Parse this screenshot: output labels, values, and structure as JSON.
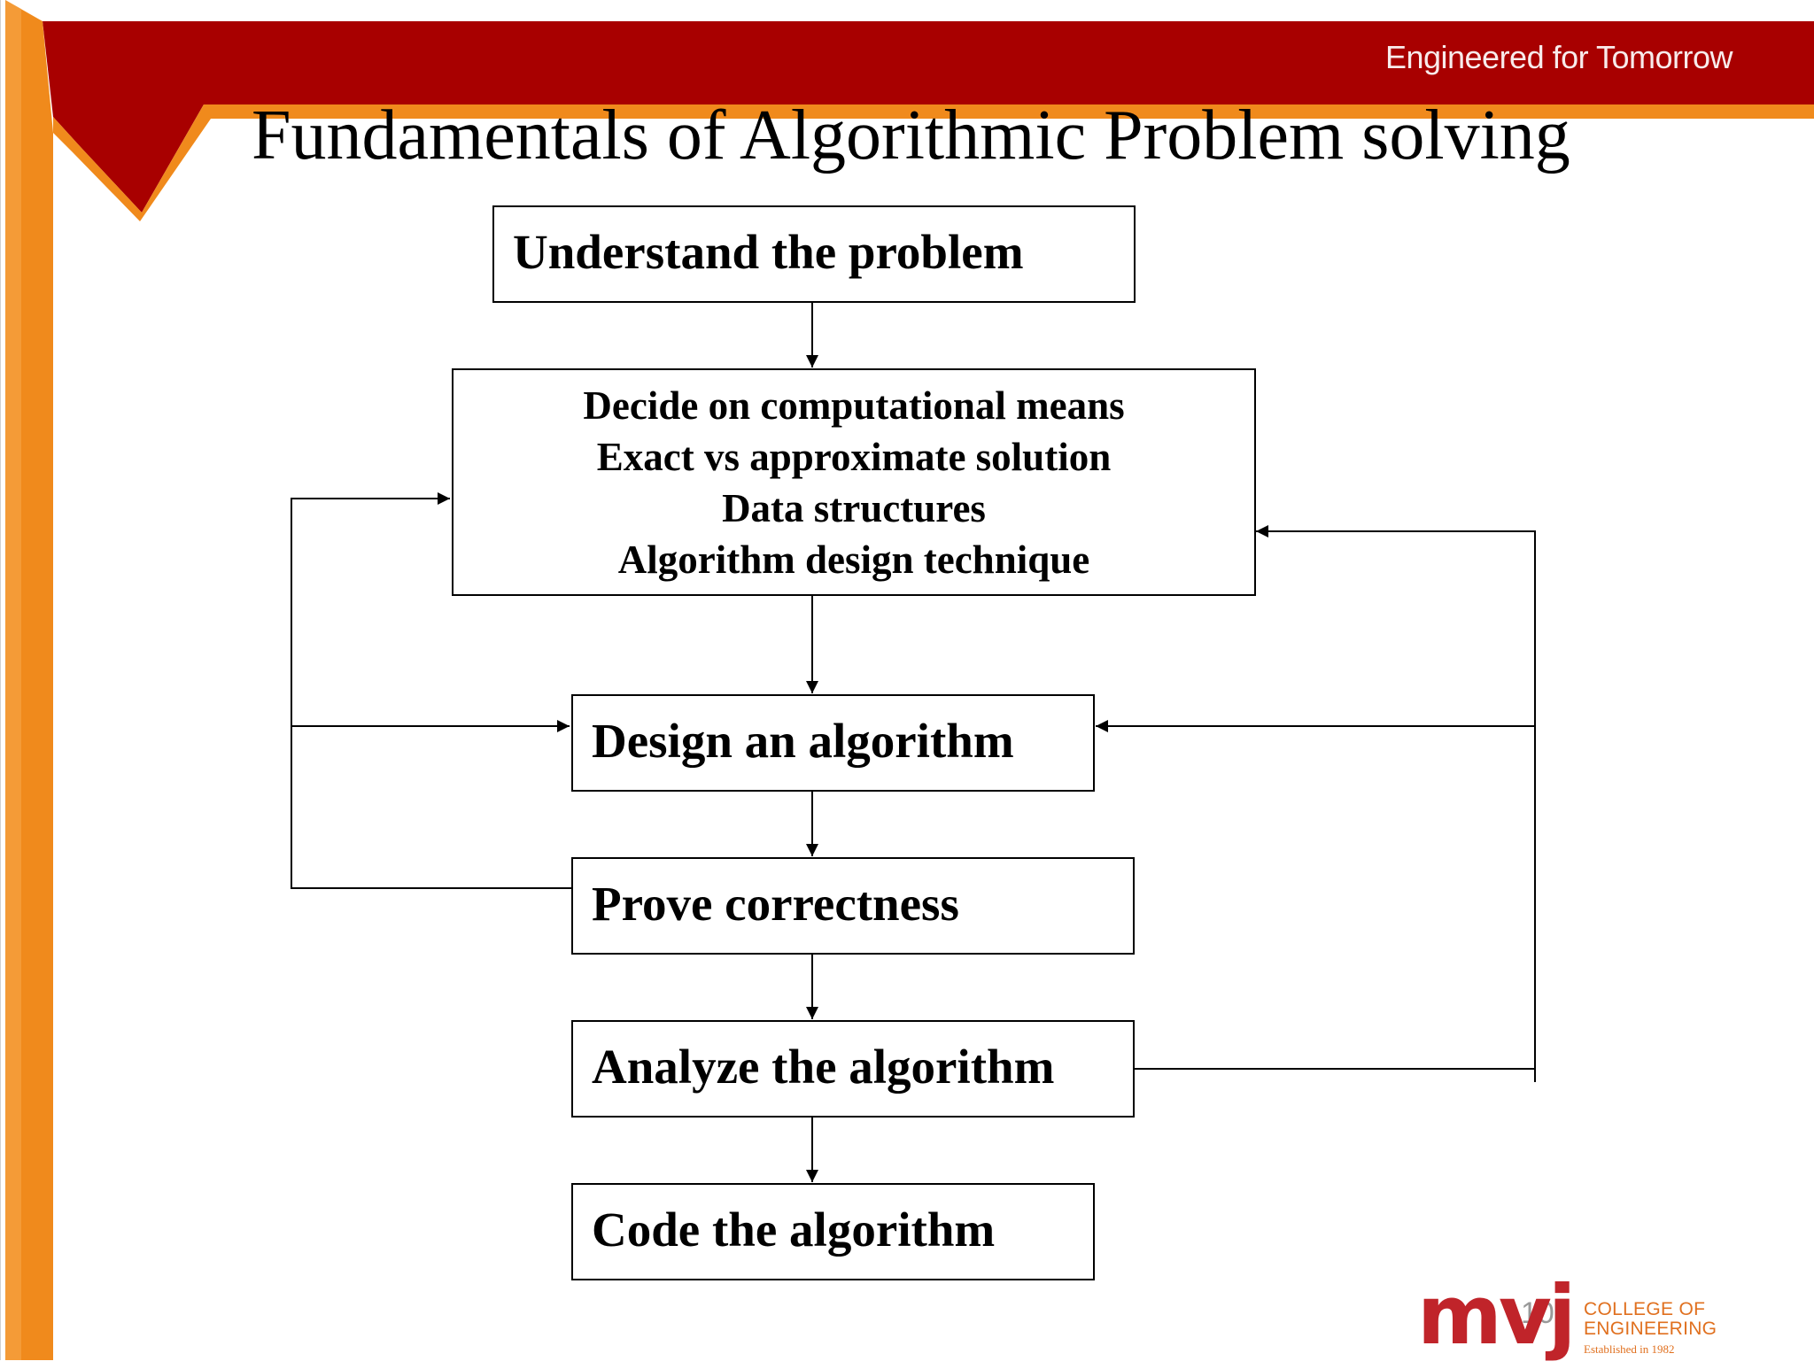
{
  "header": {
    "tagline": "Engineered for Tomorrow",
    "title": "Fundamentals of Algorithmic Problem solving"
  },
  "flowchart": {
    "understand": "Understand the problem",
    "decide_lines": [
      "Decide on computational means",
      "Exact vs approximate solution",
      "Data structures",
      "Algorithm design technique"
    ],
    "design": "Design an algorithm",
    "prove": "Prove correctness",
    "analyze": "Analyze the algorithm",
    "code": "Code the algorithm"
  },
  "footer": {
    "page_number": "10",
    "logo": {
      "mark": "mvj",
      "college_line1": "COLLEGE OF",
      "college_line2": "ENGINEERING",
      "established": "Established in 1982"
    }
  },
  "colors": {
    "header_red": "#a80000",
    "accent_orange": "#f08a1c",
    "logo_red": "#c0242a"
  }
}
